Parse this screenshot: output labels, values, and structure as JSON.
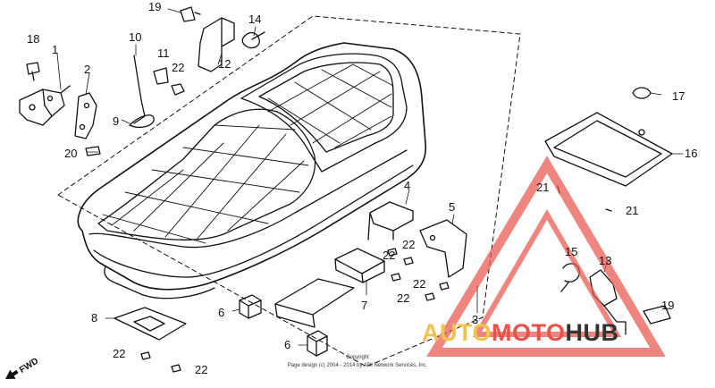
{
  "part_labels": {
    "p1": "1",
    "p2": "2",
    "p3": "3",
    "p4": "4",
    "p5": "5",
    "p6a": "6",
    "p6b": "6",
    "p7": "7",
    "p8": "8",
    "p9": "9",
    "p10": "10",
    "p11": "11",
    "p12": "12",
    "p13": "13",
    "p14": "14",
    "p15": "15",
    "p16": "16",
    "p17": "17",
    "p18": "18",
    "p19a": "19",
    "p19b": "19",
    "p20": "20",
    "p21a": "21",
    "p21b": "21",
    "p22a": "22",
    "p22b": "22",
    "p22c": "22",
    "p22d": "22",
    "p22e": "22",
    "p22f": "22",
    "p22g": "22"
  },
  "direction": "FWD",
  "copyright": {
    "line1": "Copyright",
    "line2": "Page design (c) 2004 - 2014 by ARI Network Services, Inc."
  },
  "watermark": {
    "part1": "AUTO",
    "part2": "MOTO",
    "part3": "HUB",
    "colors": {
      "auto": "#f2c14e",
      "moto": "#e8524a",
      "hub": "#333333",
      "triangle": "#e8524a"
    }
  }
}
